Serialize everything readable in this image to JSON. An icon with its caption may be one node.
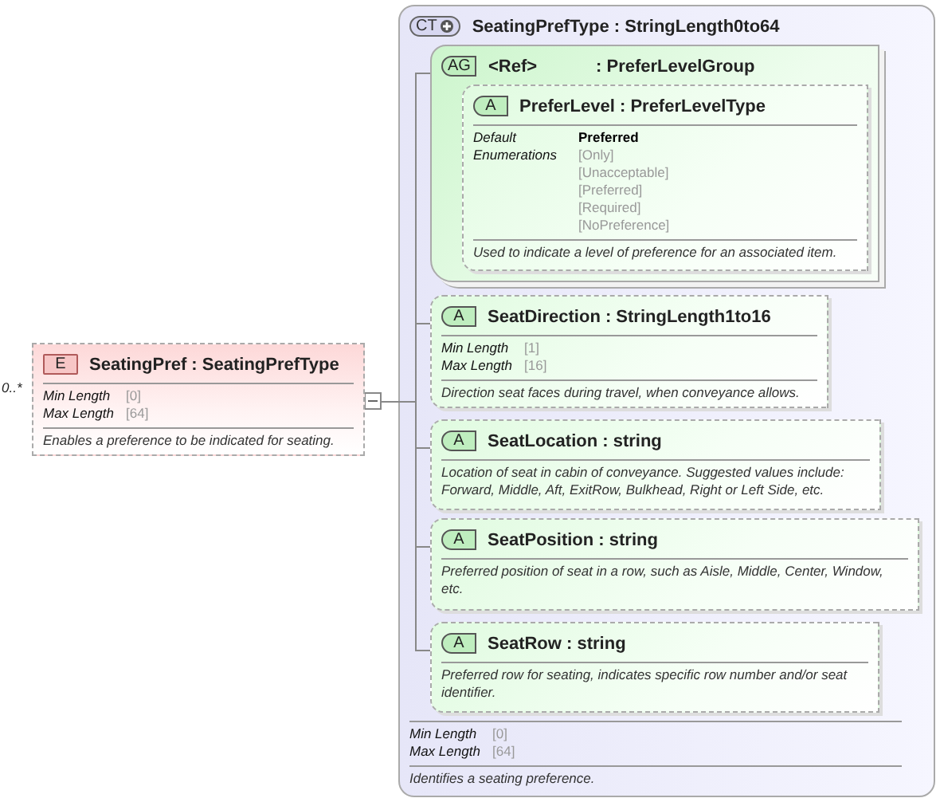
{
  "diagram": {
    "nodes": [
      {
        "text": [
          "E",
          "SeatingPref : SeatingPrefType",
          "Min Length",
          "[0]",
          "Max Length",
          "[64]",
          "Enables a preference to be indicated for seating."
        ],
        "beside": [
          "0..*"
        ]
      },
      {
        "text": [
          "CT",
          "SeatingPrefType : StringLength0to64",
          "Min Length",
          "[0]",
          "Max Length",
          "[64]",
          "Identifies a seating preference."
        ]
      },
      {
        "text": [
          "AG",
          "<Ref>",
          ": PreferLevelGroup"
        ],
        "in": 1
      },
      {
        "text": [
          "A",
          "PreferLevel : PreferLevelType",
          "Default",
          "Preferred",
          "Enumerations",
          "[Only]",
          "[Unacceptable]",
          "[Preferred]",
          "[Required]",
          "[NoPreference]",
          "Used to indicate a level of preference for an associated item."
        ],
        "in": 2
      },
      {
        "text": [
          "A",
          "SeatDirection : StringLength1to16",
          "Min Length",
          "[1]",
          "Max Length",
          "[16]",
          "Direction seat faces during travel, when conveyance allows."
        ],
        "in": 1
      },
      {
        "text": [
          "A",
          "SeatLocation : string",
          "Location of seat in cabin of conveyance.  Suggested values include: Forward, Middle, Aft, ExitRow, Bulkhead, Right or Left Side, etc."
        ],
        "in": 1
      },
      {
        "text": [
          "A",
          "SeatPosition : string",
          "Preferred position of seat in a row, such as Aisle, Middle, Center, Window, etc."
        ],
        "in": 1
      },
      {
        "text": [
          "A",
          "SeatRow : string",
          "Preferred row for seating, indicates specific row number and/or seat identifier."
        ],
        "in": 1
      }
    ],
    "edges": [
      {
        "from": 0,
        "to": 2,
        "arrow": "other"
      },
      {
        "from": 0,
        "to": 4,
        "arrow": "other"
      },
      {
        "from": 0,
        "to": 5,
        "arrow": "other"
      },
      {
        "from": 0,
        "to": 6,
        "arrow": "other"
      },
      {
        "from": 0,
        "to": 7,
        "arrow": "other"
      }
    ]
  }
}
